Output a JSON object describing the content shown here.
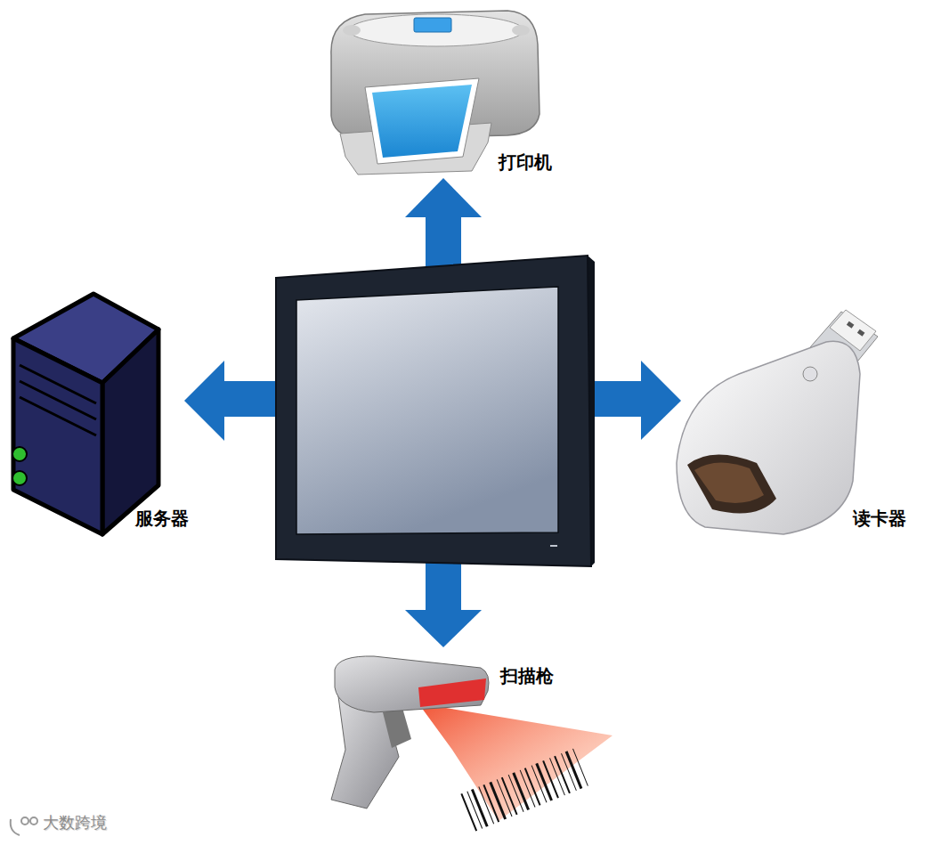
{
  "diagram": {
    "nodes": [
      {
        "text": [
          "打印机"
        ]
      },
      {
        "text": [
          "服务器"
        ]
      },
      {
        "text": [
          "读卡器"
        ]
      },
      {
        "text": [
          "扫描枪"
        ]
      }
    ],
    "labels": [
      "大数跨境"
    ]
  }
}
